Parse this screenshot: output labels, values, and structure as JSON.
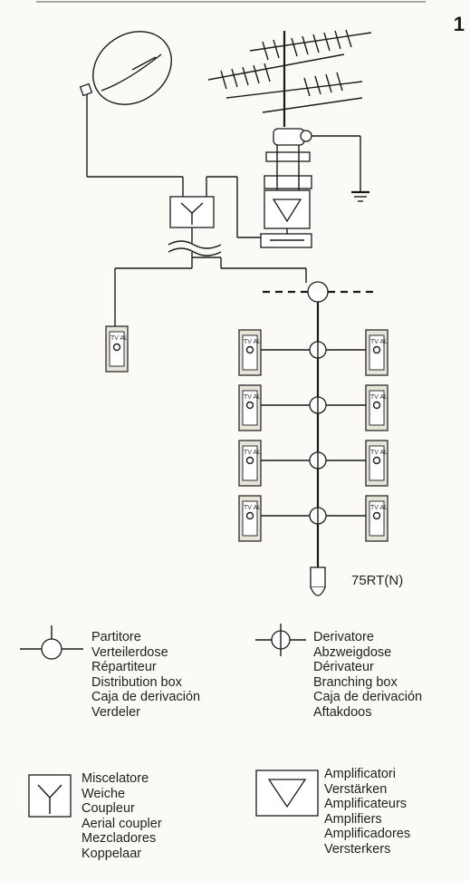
{
  "page_number": "1",
  "terminator_label": "75RT(N)",
  "outlet_label": "TV AL",
  "legend": {
    "partitore": [
      "Partitore",
      "Verteilerdose",
      "Répartiteur",
      "Distribution box",
      "Caja de derivación",
      "Verdeler"
    ],
    "derivatore": [
      "Derivatore",
      "Abzweigdose",
      "Dérivateur",
      "Branching box",
      "Caja de derivación",
      "Aftakdoos"
    ],
    "miscelatore": [
      "Miscelatore",
      "Weiche",
      "Coupleur",
      "Aerial coupler",
      "Mezcladores",
      "Koppelaar"
    ],
    "amplificatori": [
      "Amplificatori",
      "Verstärken",
      "Amplificateurs",
      "Amplifiers",
      "Amplificadores",
      "Versterkers"
    ]
  }
}
